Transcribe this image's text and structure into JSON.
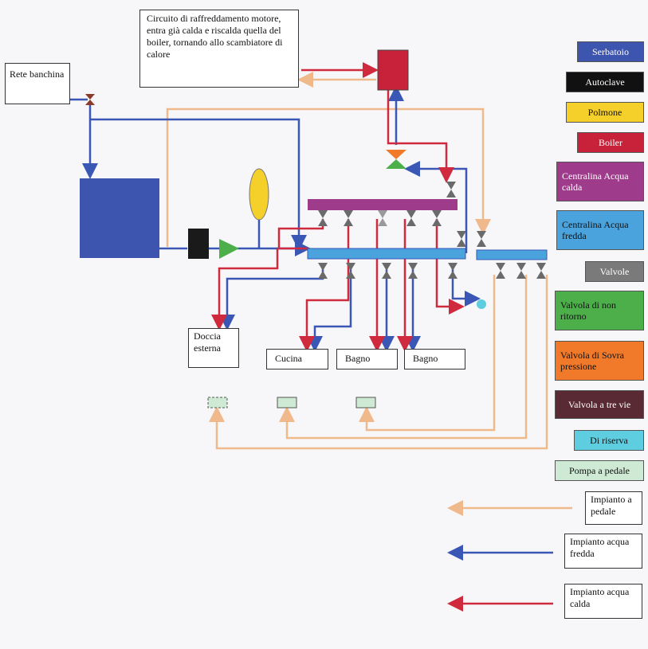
{
  "notes": {
    "circuit": "Circuito di raffreddamento motore, entra già calda e riscalda quella del boiler, tornando allo scambiatore di calore",
    "rete": "Rete banchina"
  },
  "outlets": {
    "doccia": "Doccia esterna",
    "cucina": "Cucina",
    "bagno1": "Bagno",
    "bagno2": "Bagno"
  },
  "legend": [
    {
      "label": "Serbatoio",
      "color": "#3e55b0",
      "text_color": "#ffffff"
    },
    {
      "label": "Autoclave",
      "color": "#111111",
      "text_color": "#ffffff"
    },
    {
      "label": "Polmone",
      "color": "#f5cf2a",
      "text_color": "#111111"
    },
    {
      "label": "Boiler",
      "color": "#c8213a",
      "text_color": "#ffffff"
    },
    {
      "label": "Centralina Acqua calda",
      "color": "#9e3b8a",
      "text_color": "#ffffff"
    },
    {
      "label": "Centralina Acqua fredda",
      "color": "#4aa3dd",
      "text_color": "#111111"
    },
    {
      "label": "Valvole",
      "color": "#7a7a7a",
      "text_color": "#ffffff"
    },
    {
      "label": "Valvola di non ritorno",
      "color": "#4caf4a",
      "text_color": "#111111"
    },
    {
      "label": "Valvola di Sovra pressione",
      "color": "#f07a2a",
      "text_color": "#111111"
    },
    {
      "label": "Valvola a tre vie",
      "color": "#5a2a34",
      "text_color": "#ffffff"
    },
    {
      "label": "Di riserva",
      "color": "#5fcde0",
      "text_color": "#111111"
    },
    {
      "label": "Pompa a pedale",
      "color": "#cfead4",
      "text_color": "#111111"
    }
  ],
  "lines_legend": [
    {
      "label": "Impianto a pedale",
      "color": "#f0b98c"
    },
    {
      "label": "Impianto acqua fredda",
      "color": "#3a57b5"
    },
    {
      "label": "Impianto acqua calda",
      "color": "#cf2a3e"
    }
  ]
}
